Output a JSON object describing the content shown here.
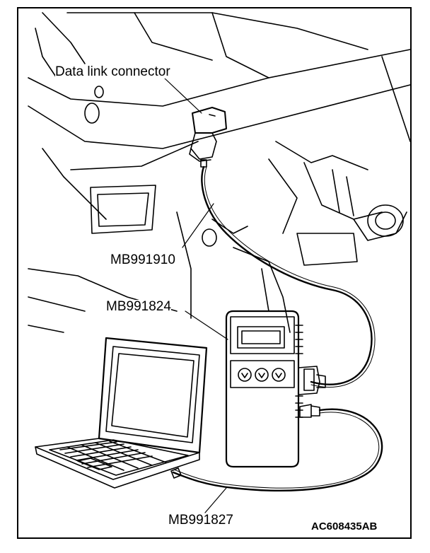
{
  "labels": {
    "data_link_connector": "Data link connector",
    "mb991910": "MB991910",
    "mb991824": "MB991824",
    "mb991827": "MB991827"
  },
  "figure_code": "AC608435AB"
}
